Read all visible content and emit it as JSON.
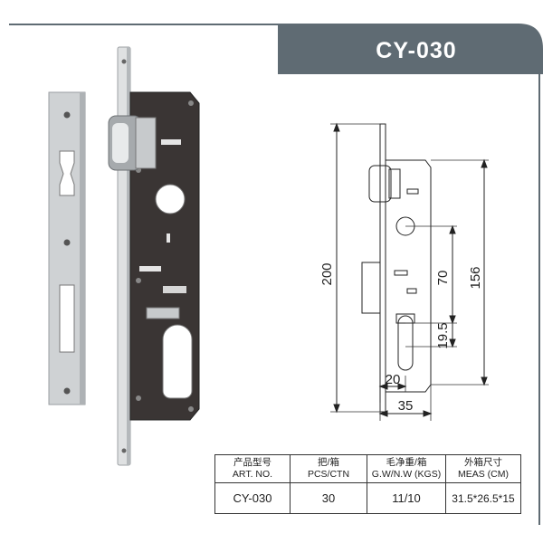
{
  "title": "CY-030",
  "drawing": {
    "dimensions": [
      "200",
      "156",
      "70",
      "19.5",
      "20",
      "35"
    ]
  },
  "table": {
    "headers": [
      {
        "cn": "产品型号",
        "en": "ART. NO."
      },
      {
        "cn": "把/箱",
        "en": "PCS/CTN"
      },
      {
        "cn": "毛净重/箱",
        "en": "G.W/N.W (KGS)"
      },
      {
        "cn": "外箱尺寸",
        "en": "MEAS (CM)"
      }
    ],
    "row": [
      "CY-030",
      "30",
      "11/10",
      "31.5*26.5*15"
    ]
  },
  "colors": {
    "title_tab": "#5f6b73",
    "lock_body": "#3a3534",
    "faceplate": "#c9ccce"
  }
}
